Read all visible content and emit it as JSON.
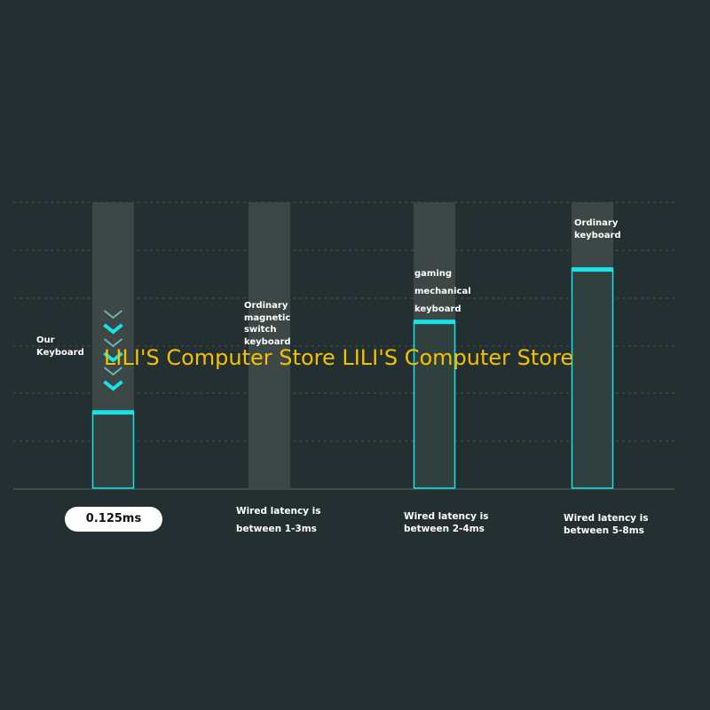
{
  "chart_data": {
    "type": "bar",
    "categories": [
      "Our Keyboard",
      "Ordinary magnetic switch keyboard",
      "gaming mechanical keyboard",
      "Ordinary keyboard"
    ],
    "values": [
      1.6,
      0,
      3.5,
      4.6
    ],
    "ylim": [
      0,
      6
    ],
    "grid": true,
    "labels": {
      "our": "Our\nKeyboard",
      "magnetic": "Ordinary\nmagnetic\nswitch\n keyboard",
      "gaming": "gaming\nmechanical\nkeyboard",
      "ordinary": "Ordinary\nkeyboard"
    },
    "value_badge": "0.125ms",
    "notes": {
      "magnetic": "Wired latency is\nbetween 1-3ms",
      "gaming": "Wired latency is\nbetween 2-4ms",
      "ordinary": "Wired latency is\nbetween 5-8ms"
    }
  },
  "watermark": "LILI'S Computer Store LILI'S Computer Store",
  "colors": {
    "background": "#232f30",
    "column": "#3c4746",
    "accent": "#19e3e6",
    "watermark": "#f2c200"
  }
}
